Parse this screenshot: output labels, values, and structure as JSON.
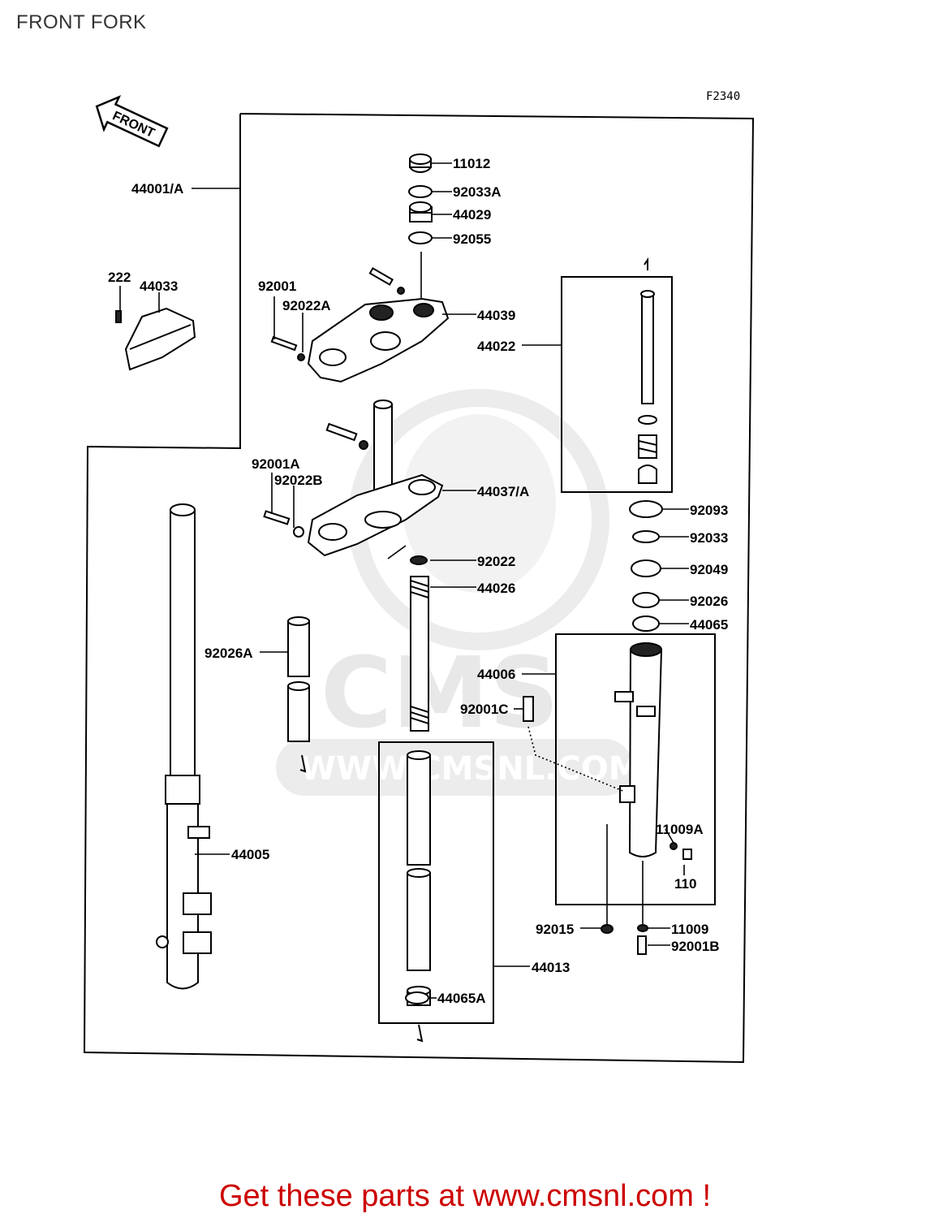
{
  "page": {
    "title": "FRONT FORK",
    "figure_code": "F2340",
    "front_arrow": "FRONT"
  },
  "watermark": {
    "brand": "CMS",
    "url": "WWW.CMSNL.COM"
  },
  "parts": {
    "p11012": "11012",
    "p92033A": "92033A",
    "p44029": "44029",
    "p92055": "92055",
    "p44001A": "44001/A",
    "p222": "222",
    "p44033": "44033",
    "p92001": "92001",
    "p92022A": "92022A",
    "p44039": "44039",
    "p44022": "44022",
    "p92001A": "92001A",
    "p92022B": "92022B",
    "p44037A": "44037/A",
    "p92093": "92093",
    "p92033": "92033",
    "p92022": "92022",
    "p44026": "44026",
    "p92049": "92049",
    "p92026": "92026",
    "p44065": "44065",
    "p92026A": "92026A",
    "p44006": "44006",
    "p92001C": "92001C",
    "p11009A": "11009A",
    "p44005": "44005",
    "p110": "110",
    "p92015": "92015",
    "p11009": "11009",
    "p92001B": "92001B",
    "p44013": "44013",
    "p44065A": "44065A"
  },
  "footer": {
    "text": "Get these parts at www.cmsnl.com !"
  }
}
